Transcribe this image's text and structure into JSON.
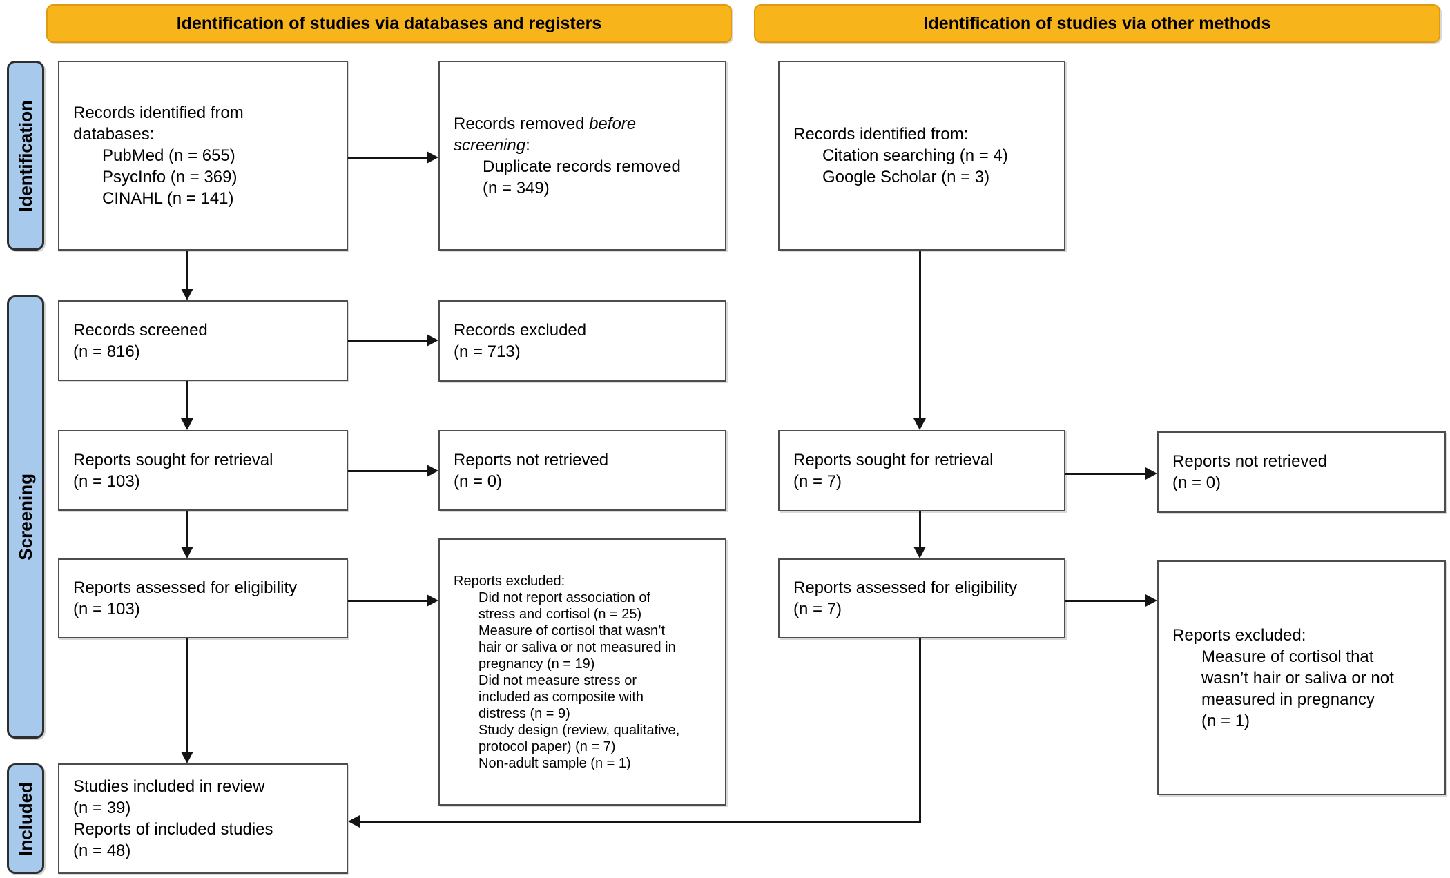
{
  "headers": {
    "databases": "Identification of studies via databases and registers",
    "other": "Identification of studies via other methods"
  },
  "stages": {
    "identification": "Identification",
    "screening": "Screening",
    "included": "Included"
  },
  "colors": {
    "header_fill": "#F7B41B",
    "header_border": "#E09A10",
    "stage_fill": "#A7C9EB",
    "stage_border": "#2E2E2E",
    "box_border": "#4D4D4D",
    "arrow": "#141414"
  },
  "boxes": {
    "records_identified_db": {
      "lines": [
        "Records identified from",
        "databases:",
        "PubMed (n = 655)",
        "PsycInfo (n = 369)",
        "CINAHL (n = 141)"
      ]
    },
    "records_removed": {
      "line1_regular": "Records removed ",
      "line1_italic": "before",
      "line2_italic": "screening",
      "line2_regular": ":",
      "sub_lines": [
        "Duplicate records removed",
        "(n = 349)"
      ]
    },
    "records_identified_other": {
      "lines": [
        "Records identified from:",
        "Citation searching (n = 4)",
        "Google Scholar (n = 3)"
      ]
    },
    "records_screened": {
      "lines": [
        "Records screened",
        "(n = 816)"
      ]
    },
    "records_excluded": {
      "lines": [
        "Records excluded",
        "(n = 713)"
      ]
    },
    "reports_sought_db": {
      "lines": [
        "Reports sought for retrieval",
        "(n = 103)"
      ]
    },
    "reports_not_retrieved_db": {
      "lines": [
        "Reports not retrieved",
        "(n = 0)"
      ]
    },
    "reports_sought_other": {
      "lines": [
        "Reports sought for retrieval",
        "(n = 7)"
      ]
    },
    "reports_not_retrieved_other": {
      "lines": [
        "Reports not retrieved",
        "(n = 0)"
      ]
    },
    "reports_assessed_db": {
      "lines": [
        "Reports assessed for eligibility",
        "(n = 103)"
      ]
    },
    "reports_excluded_db": {
      "lines": [
        "Reports excluded:",
        "Did not report association of",
        "stress and cortisol (n = 25)",
        "Measure of cortisol that wasn’t",
        "hair or saliva or not measured in",
        "pregnancy (n = 19)",
        "Did not measure stress or",
        "included as composite with",
        "distress (n = 9)",
        "Study design (review, qualitative,",
        "protocol paper) (n = 7)",
        "Non-adult sample (n = 1)"
      ]
    },
    "reports_assessed_other": {
      "lines": [
        "Reports assessed for eligibility",
        "(n = 7)"
      ]
    },
    "reports_excluded_other": {
      "lines": [
        "Reports excluded:",
        "Measure of cortisol that",
        "wasn’t hair or saliva or not",
        "measured in pregnancy",
        "(n = 1)"
      ]
    },
    "studies_included": {
      "lines": [
        "Studies included in review",
        "(n = 39)",
        "Reports of included studies",
        "(n = 48)"
      ]
    }
  }
}
